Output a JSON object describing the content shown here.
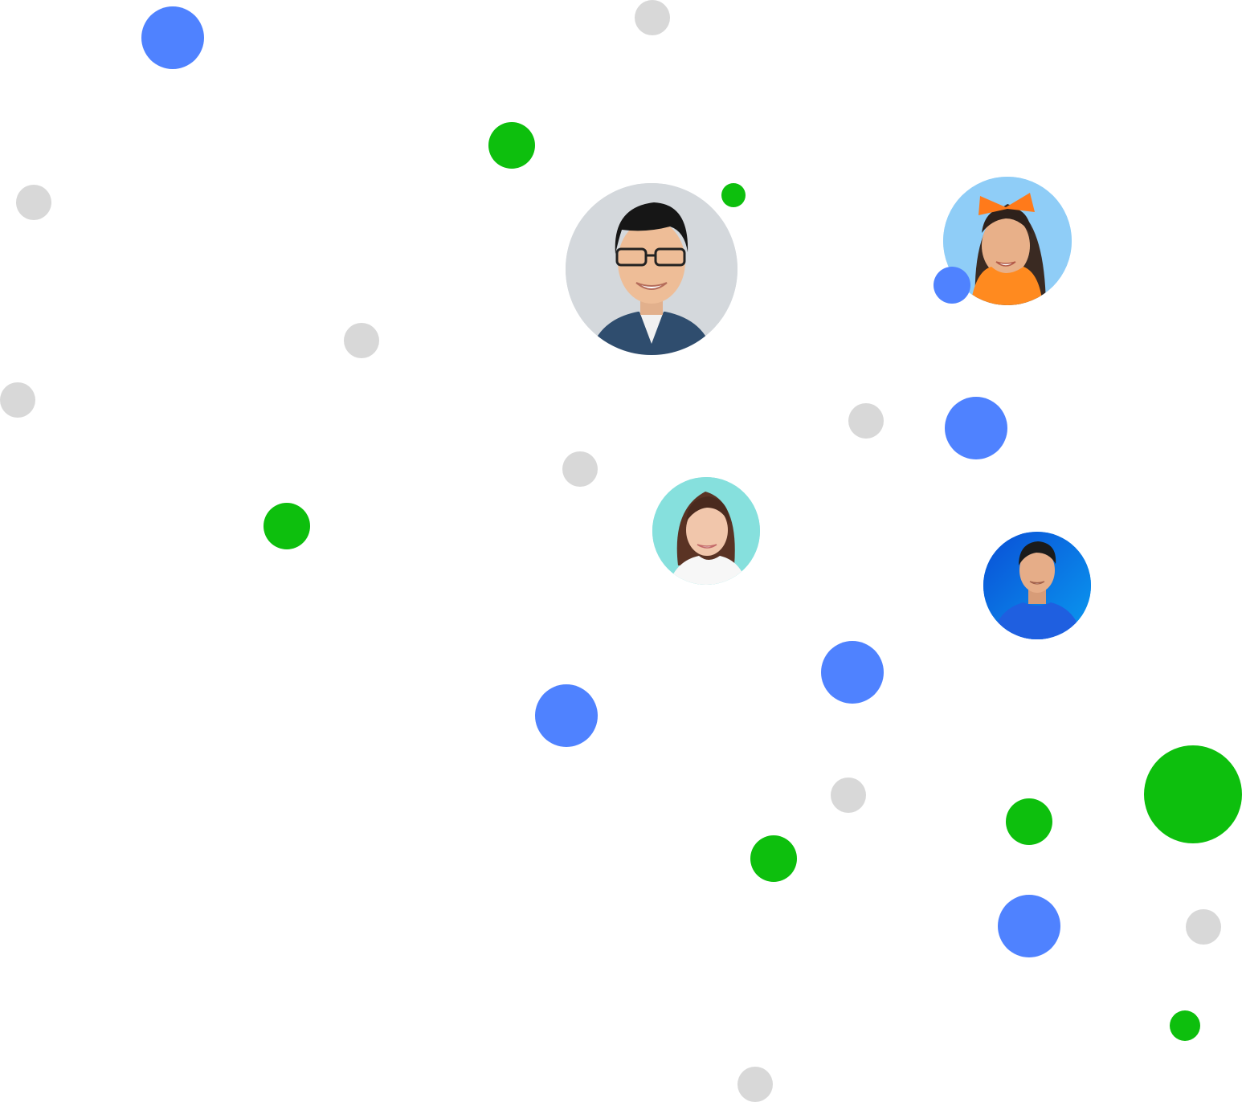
{
  "colors": {
    "blue": "#4f82ff",
    "green": "#0dbf0d",
    "gray": "#d8d8d8",
    "background": "#ffffff"
  },
  "avatars": [
    {
      "name": "avatar-man-glasses",
      "description_icon": "person-photo-icon",
      "background": "#d4d8dc"
    },
    {
      "name": "avatar-woman-orange-bow",
      "description_icon": "person-photo-icon",
      "background": "#8fcdf7"
    },
    {
      "name": "avatar-woman-teal",
      "description_icon": "person-photo-icon",
      "background": "#86e0dd"
    },
    {
      "name": "avatar-man-blue",
      "description_icon": "person-photo-icon",
      "background": "#0d6fe8"
    }
  ],
  "dots": [
    {
      "color": "blue"
    },
    {
      "color": "gray"
    },
    {
      "color": "green"
    },
    {
      "color": "green"
    },
    {
      "color": "gray"
    },
    {
      "color": "gray"
    },
    {
      "color": "gray"
    },
    {
      "color": "gray"
    },
    {
      "color": "blue"
    },
    {
      "color": "gray"
    },
    {
      "color": "green"
    },
    {
      "color": "blue"
    },
    {
      "color": "blue"
    },
    {
      "color": "blue"
    },
    {
      "color": "gray"
    },
    {
      "color": "green"
    },
    {
      "color": "green"
    },
    {
      "color": "green"
    },
    {
      "color": "blue"
    },
    {
      "color": "gray"
    },
    {
      "color": "green"
    },
    {
      "color": "gray"
    }
  ]
}
